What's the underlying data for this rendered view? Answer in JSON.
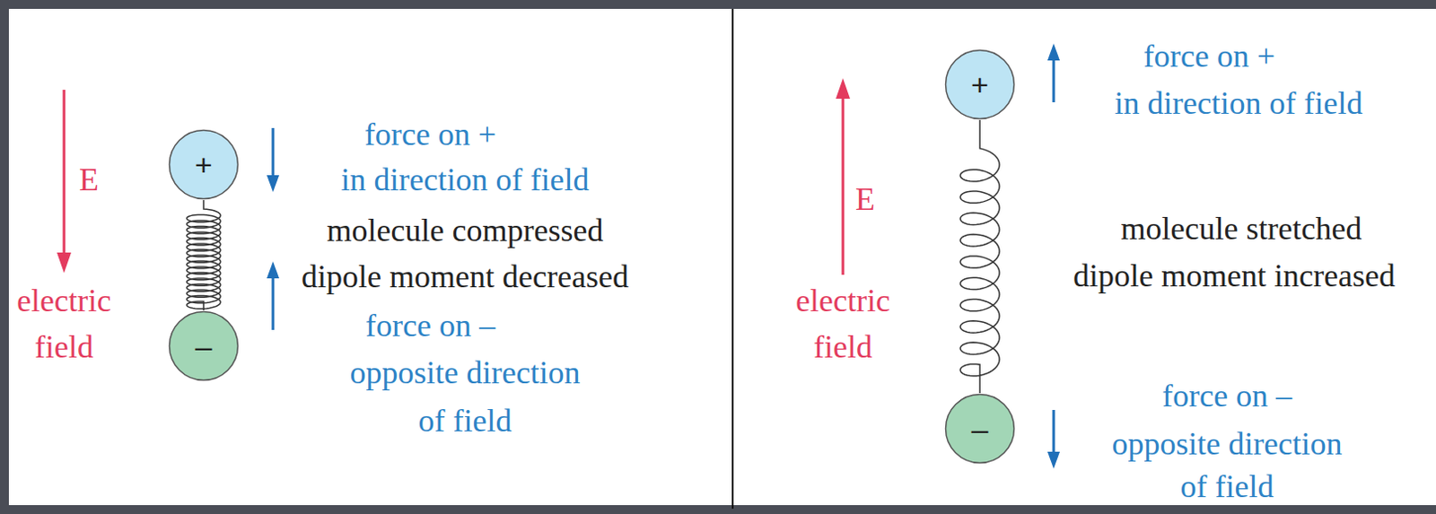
{
  "diagram": {
    "nodes": [
      {
        "text": [
          "+"
        ]
      },
      {
        "text": [
          "–"
        ]
      },
      {
        "text": [
          "+"
        ]
      },
      {
        "text": [
          "–"
        ]
      }
    ],
    "edges": [
      {
        "from": 0,
        "to": 1,
        "arrow": "none"
      },
      {
        "from": 2,
        "to": 3,
        "arrow": "none"
      }
    ],
    "labels": [
      "E",
      "electric field",
      "force on +",
      "in direction of field",
      "molecule compressed",
      "dipole moment decreased",
      "force on –",
      "opposite direction",
      "of field",
      "E",
      "electric field",
      "force on +",
      "in direction of field",
      "molecule stretched",
      "dipole moment increased",
      "force on –",
      "opposite direction",
      "of field"
    ]
  }
}
